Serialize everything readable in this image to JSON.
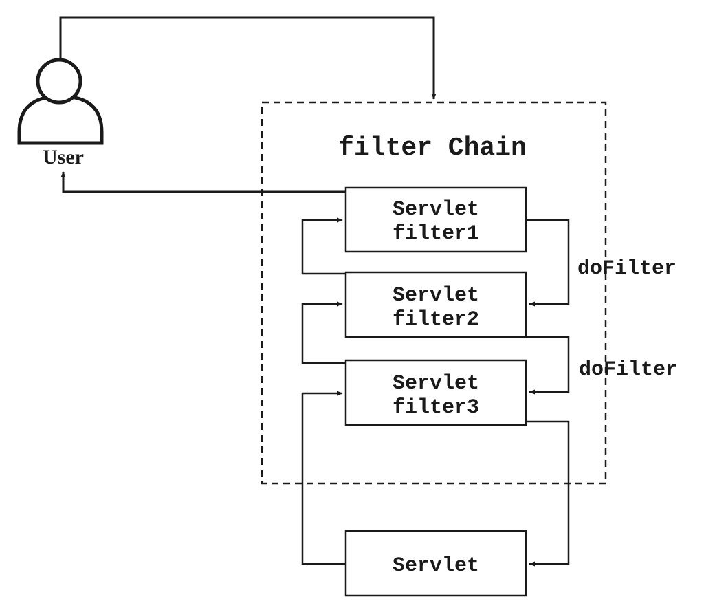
{
  "user": {
    "label": "User"
  },
  "chain": {
    "title": "filter Chain"
  },
  "boxes": [
    {
      "line1": "Servlet",
      "line2": "filter1"
    },
    {
      "line1": "Servlet",
      "line2": "filter2"
    },
    {
      "line1": "Servlet",
      "line2": "filter3"
    },
    {
      "line1": "Servlet",
      "line2": ""
    }
  ],
  "edges": {
    "dofilter_1": "doFilter",
    "dofilter_2": "doFilter"
  },
  "colors": {
    "stroke": "#1a1a1a",
    "background": "#ffffff"
  }
}
